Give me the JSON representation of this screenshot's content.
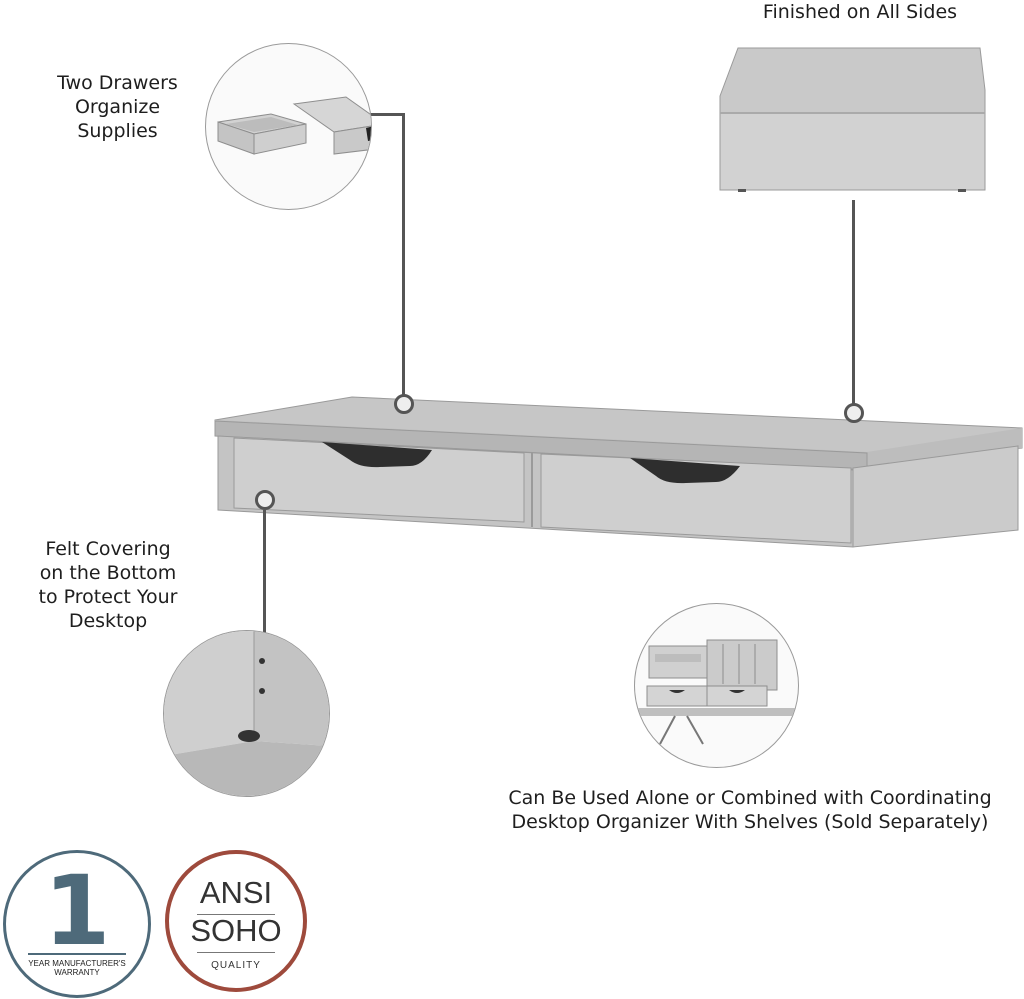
{
  "callouts": {
    "drawers": "Two Drawers\nOrganize\nSupplies",
    "finished": "Finished on All Sides",
    "felt": "Felt Covering\non the Bottom\nto Protect Your\nDesktop",
    "combined": "Can Be Used Alone or Combined with Coordinating\nDesktop Organizer With Shelves (Sold Separately)"
  },
  "badges": {
    "warranty": {
      "number": "1",
      "line1": "YEAR MANUFACTURER'S",
      "line2": "WARRANTY"
    },
    "ansi": {
      "line1": "ANSI",
      "line2": "SOHO",
      "line3": "QUALITY"
    }
  }
}
